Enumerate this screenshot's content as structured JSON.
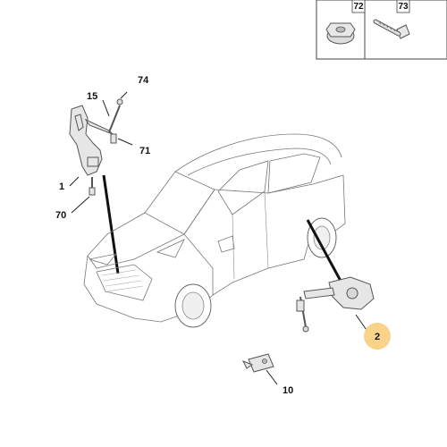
{
  "callouts": {
    "c72": "72",
    "c73": "73",
    "c74": "74",
    "c15": "15",
    "c71": "71",
    "c1": "1",
    "c70": "70",
    "c2": "2",
    "c10": "10"
  },
  "colors": {
    "highlight_circle": "#f9d38a",
    "line": "#555555",
    "text": "#111111"
  },
  "icons": {
    "nut": "flange-nut-icon",
    "screw": "screw-icon"
  }
}
